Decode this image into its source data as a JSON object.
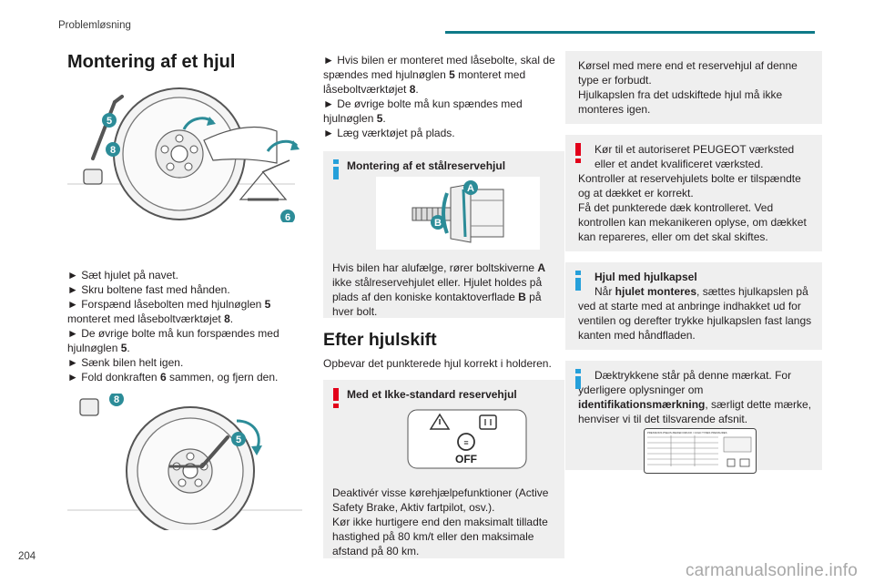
{
  "header": {
    "section": "Problemløsning",
    "page_number": "204"
  },
  "col1": {
    "title": "Montering af et hjul",
    "fig1_labels": [
      "5",
      "8",
      "6"
    ],
    "steps": [
      {
        "pre": "► Sæt hjulet på navet.",
        "b1": "",
        "mid": "",
        "b2": "",
        "post": ""
      },
      {
        "pre": "► Skru boltene fast med hånden.",
        "b1": "",
        "mid": "",
        "b2": "",
        "post": ""
      },
      {
        "pre": "► Forspænd låsebolten med hjulnøglen ",
        "b1": "5",
        "mid": " monteret med låseboltværktøjet ",
        "b2": "8",
        "post": "."
      },
      {
        "pre": "► De øvrige bolte må kun forspændes med hjulnøglen ",
        "b1": "5",
        "mid": ".",
        "b2": "",
        "post": ""
      },
      {
        "pre": "► Sænk bilen helt igen.",
        "b1": "",
        "mid": "",
        "b2": "",
        "post": ""
      },
      {
        "pre": "► Fold donkraften ",
        "b1": "6",
        "mid": " sammen, og fjern den.",
        "b2": "",
        "post": ""
      }
    ],
    "fig2_labels": [
      "8",
      "5"
    ]
  },
  "col2": {
    "steps": [
      {
        "pre": "► Hvis bilen er monteret med låsebolte, skal de spændes med hjulnøglen ",
        "b1": "5",
        "mid": " monteret med låseboltværktøjet ",
        "b2": "8",
        "post": "."
      },
      {
        "pre": "► De øvrige bolte må kun spændes med hjulnøglen ",
        "b1": "5",
        "mid": ".",
        "b2": "",
        "post": ""
      },
      {
        "pre": "► Læg værktøjet på plads.",
        "b1": "",
        "mid": "",
        "b2": "",
        "post": ""
      }
    ],
    "info_box": {
      "title": "Montering af et stålreservehjul",
      "fig_labels": [
        "A",
        "B"
      ],
      "text_pre": "Hvis bilen har alufælge, rører boltskiverne ",
      "text_b1": "A",
      "text_mid": " ikke stålreservehjulet eller. Hjulet holdes på plads af den koniske kontaktoverflade ",
      "text_b2": "B",
      "text_post": " på hver bolt."
    },
    "section2_title": "Efter hjulskift",
    "section2_text": "Opbevar det punkterede hjul korrekt i holderen.",
    "warn_box": {
      "title": "Med et Ikke-standard reservehjul",
      "off_label": "OFF",
      "lines": [
        "Deaktivér visse kørehjælpefunktioner (Active Safety Brake, Aktiv fartpilot, osv.).",
        "Kør ikke hurtigere end den maksimalt tilladte hastighed på 80 km/t eller den maksimale afstand på 80 km."
      ]
    }
  },
  "col3": {
    "box1_lines": [
      "Kørsel med mere end et reservehjul af denne type er forbudt.",
      "Hjulkapslen fra det udskiftede hjul må ikke monteres igen."
    ],
    "warn_lines": [
      "Kør til et autoriseret PEUGEOT værksted eller et andet kvalificeret værksted.",
      "Kontroller at reservehjulets bolte er tilspændte og at dækket er korrekt.",
      "Få det punkterede dæk kontrolleret. Ved kontrollen kan mekanikeren oplyse, om dækket kan repareres, eller om det skal skiftes."
    ],
    "hubcap_box": {
      "title": "Hjul med hjulkapsel",
      "pre": "Når ",
      "bold": "hjulet monteres",
      "post": ", sættes hjulkapslen på ved at starte med at anbringe indhakket ud for ventilen og derefter trykke hjulkapslen fast langs kanten med håndfladen."
    },
    "tyre_box": {
      "pre": "Dæktrykkene står på denne mærkat. For yderligere oplysninger om ",
      "bold": "identifikationsmærkning",
      "post": ", særligt dette mærke, henviser vi til det tilsvarende afsnit.",
      "label_heading": "PRESSIONS PNEUS /REIFEN DRUCK / COLD TYRES PRESSURES"
    }
  },
  "watermark": "carmanualsonline.info",
  "colors": {
    "accent": "#0e7a88",
    "info": "#26a0da",
    "warn": "#e2001a",
    "box_bg": "#efefef",
    "badge": "#2c8c98"
  }
}
